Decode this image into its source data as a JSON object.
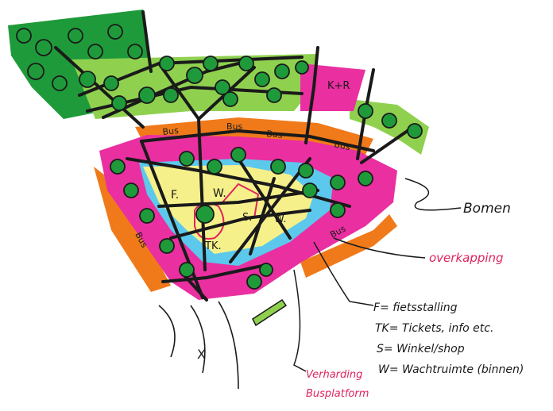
{
  "zone_labels": {
    "parking": "K+R",
    "fietsstalling": "F.",
    "wachtruimte_1": "W.",
    "wachtruimte_2": "W.",
    "winkel": "S.",
    "tickets": "TK."
  },
  "bus_labels": [
    "Bus",
    "Bus",
    "Bus",
    "Bus",
    "Bus",
    "Bus"
  ],
  "annotations": {
    "bomen": "Bomen",
    "overkapping": "overkapping",
    "verharding": "Verharding",
    "busplatform": "Busplatform",
    "x_mark": "X"
  },
  "legend": [
    "F= fietsstalling",
    "TK= Tickets, info etc.",
    "S= Winkel/shop",
    "W= Wachtruimte (binnen)"
  ],
  "colors": {
    "green_dark": "#1f9a3a",
    "green_light": "#8fd14f",
    "magenta": "#ea2fa0",
    "orange": "#f07a1a",
    "yellow": "#f6f08a",
    "cyan": "#5cc9ec",
    "red_text": "#e0245e",
    "ink": "#1a1a1a"
  }
}
